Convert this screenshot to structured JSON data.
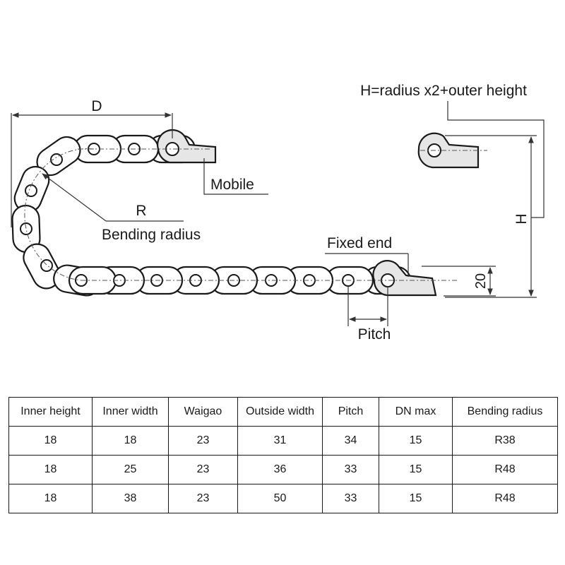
{
  "diagram": {
    "label_d": "D",
    "label_formula": "H=radius x2+outer height",
    "label_mobile": "Mobile",
    "label_r": "R",
    "label_bending_radius": "Bending radius",
    "label_fixed_end": "Fixed end",
    "label_h": "H",
    "label_20": "20",
    "label_pitch": "Pitch"
  },
  "table": {
    "headers": [
      "Inner height",
      "Inner width",
      "Waigao",
      "Outside width",
      "Pitch",
      "DN max",
      "Bending radius"
    ],
    "rows": [
      [
        "18",
        "18",
        "23",
        "31",
        "34",
        "15",
        "R38"
      ],
      [
        "18",
        "25",
        "23",
        "36",
        "33",
        "15",
        "R48"
      ],
      [
        "18",
        "38",
        "23",
        "50",
        "33",
        "15",
        "R48"
      ]
    ]
  }
}
